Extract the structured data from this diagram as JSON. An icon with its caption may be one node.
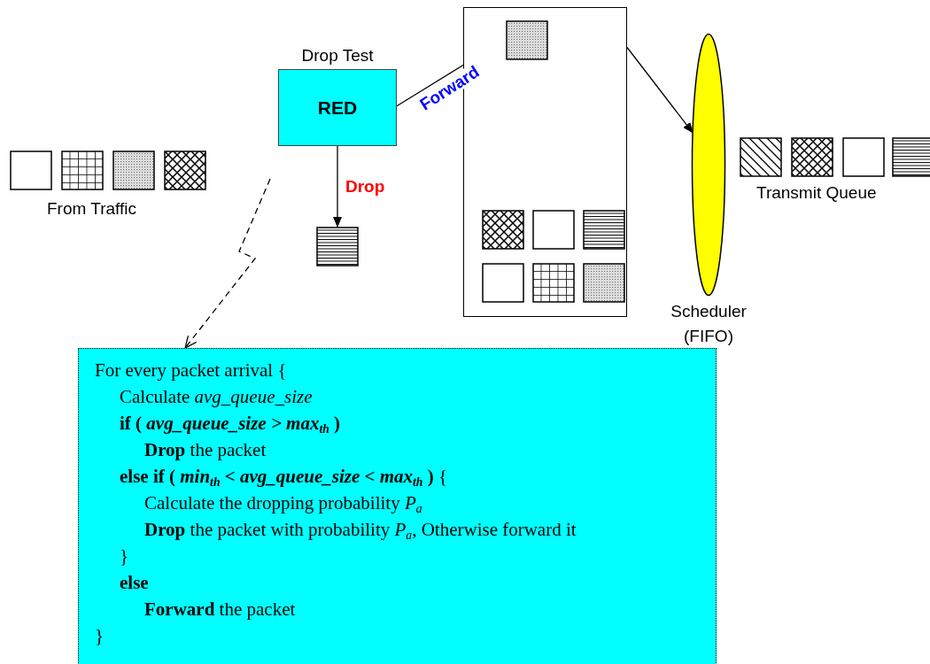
{
  "diagram": {
    "nodes": [
      {
        "text": [],
        "shape": "box"
      },
      {
        "text": [],
        "shape": "box"
      },
      {
        "text": [],
        "shape": "box"
      },
      {
        "text": [],
        "shape": "box"
      },
      {
        "text": [
          "Drop Test",
          "RED"
        ]
      },
      {
        "text": [],
        "shape": "box"
      },
      {
        "text": [],
        "shape": "box"
      },
      {
        "text": [],
        "shape": "box",
        "in": 6
      },
      {
        "text": [],
        "shape": "box",
        "in": 6
      },
      {
        "text": [],
        "shape": "box",
        "in": 6
      },
      {
        "text": [],
        "shape": "box",
        "in": 6
      },
      {
        "text": [],
        "shape": "box",
        "in": 6
      },
      {
        "text": [],
        "shape": "box",
        "in": 6
      },
      {
        "text": [],
        "shape": "box",
        "in": 6
      },
      {
        "text": [
          "Scheduler (FIFO)"
        ]
      },
      {
        "text": [],
        "shape": "box"
      },
      {
        "text": [],
        "shape": "box"
      },
      {
        "text": [],
        "shape": "box"
      },
      {
        "text": [],
        "shape": "box"
      },
      {
        "text": [
          "For every packet arrival {",
          "Calculate *avg_queue_size*",
          "**if ( *avg_queue_size > max*$_{th}$ )**",
          "**Drop** the packet",
          "**else if ( *min*$_{th}$ *< avg_queue_size < max*$_{th}$ )** {",
          "Calculate the dropping probability *P*$_{a}$",
          "**Drop** the packet with probability *P*$_{a}$, Otherwise forward it",
          "}",
          "else",
          "**Forward** the packet",
          "}"
        ]
      }
    ],
    "edges": [
      {
        "from": 4,
        "to": 7,
        "arrow": "to",
        "label": "Forward"
      },
      {
        "from": 4,
        "to": 5,
        "arrow": "to",
        "label": "Drop"
      },
      {
        "from": 6,
        "to": 14,
        "arrow": "to"
      },
      {
        "from": null,
        "to": 19,
        "arrow": "to",
        "style": "dashed"
      }
    ],
    "labels": [
      "From Traffic",
      "Transmit Queue"
    ]
  }
}
